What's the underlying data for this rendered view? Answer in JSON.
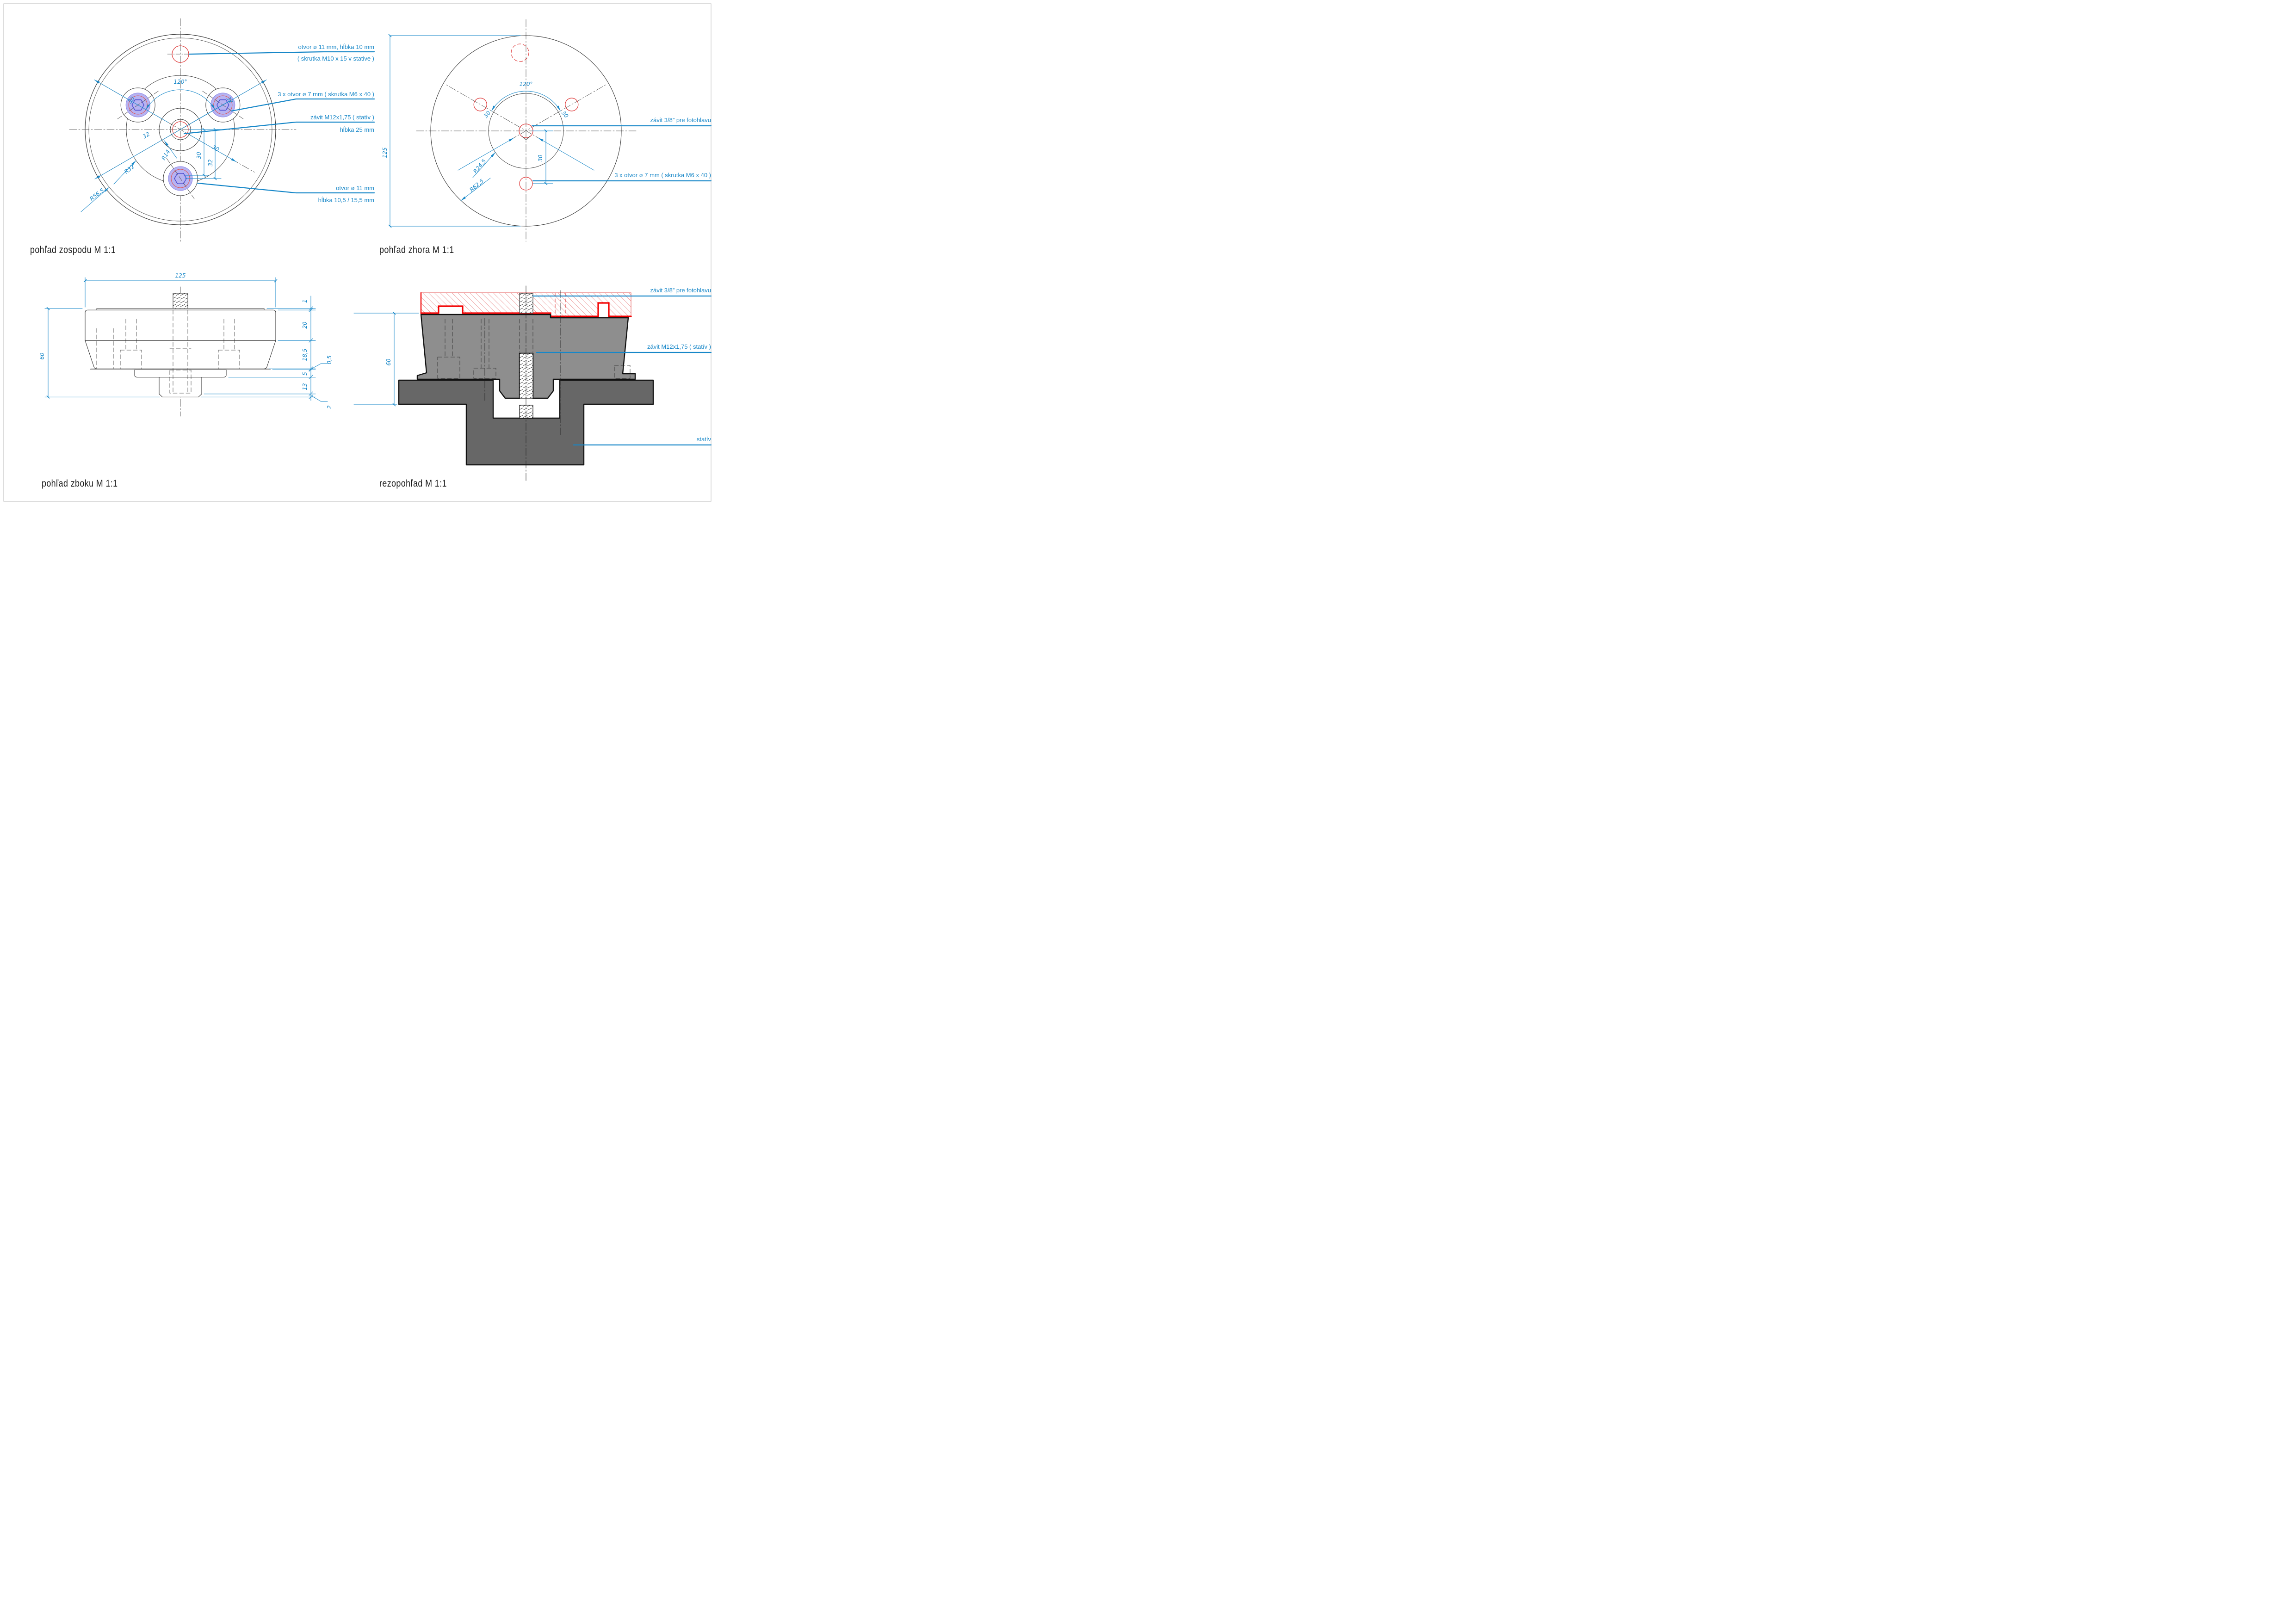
{
  "document": {
    "type": "CAD technical drawing - tripod photo-head adapter",
    "language": "Slovak"
  },
  "colors": {
    "annotation_blue": "#1787c8",
    "outline_black": "#333333",
    "red": "#e02020",
    "red_dashed": "#e04848",
    "screw_purple_fill": "#b7b3f1",
    "hex_blue": "#4848cf",
    "body_gray": "#8e8e8e",
    "stativ_gray": "#676767"
  },
  "views": {
    "bottom_view": {
      "title": "pohľad zospodu M 1:1",
      "annotations": {
        "hole_m10_line1": "otvor ø 11 mm, hĺbka 10 mm",
        "hole_m10_line2": "( skrutka M10 x 15 v stative )",
        "holes_m6": "3 x otvor ø 7 mm ( skrutka M6 x 40 )",
        "thread_m12_line1": "závit M12x1,75 ( statív )",
        "thread_m12_line2": "hĺbka 25 mm",
        "hole_11_line1": "otvor ø 11 mm",
        "hole_11_line2": "hĺbka 10,5 / 15,5 mm"
      },
      "dims": {
        "angle": "120°",
        "d30_top": "30",
        "d32_top": "32",
        "d32_mid": "32",
        "r14": "R14",
        "r32": "R32",
        "r565": "R56,5",
        "d30_diag": "30",
        "d30_vert": "30",
        "d32_vert": "32"
      }
    },
    "top_view": {
      "title": "pohľad zhora M 1:1",
      "annotations": {
        "thread_38": "závit 3/8” pre fotohlavu",
        "holes_m6": "3 x otvor ø 7 mm ( skrutka M6 x 40 )"
      },
      "dims": {
        "angle": "120°",
        "d30_left": "30",
        "d30_right": "30",
        "d30_vert": "30",
        "r245": "R24,5",
        "r625": "R62,5",
        "d125": "125"
      }
    },
    "side_view": {
      "title": "pohľad zboku M 1:1",
      "dims": {
        "d125": "125",
        "d60": "60",
        "d1": "1",
        "d20": "20",
        "d185": "18,5",
        "d05": "0,5",
        "d5": "5",
        "d13": "13",
        "d2": "2"
      }
    },
    "section_view": {
      "title": "rezopohľad M 1:1",
      "annotations": {
        "thread_38": "závit 3/8” pre fotohlavu",
        "thread_m12": "závit M12x1,75 ( statív )",
        "stativ": "statív"
      },
      "dims": {
        "d60": "60"
      }
    }
  }
}
